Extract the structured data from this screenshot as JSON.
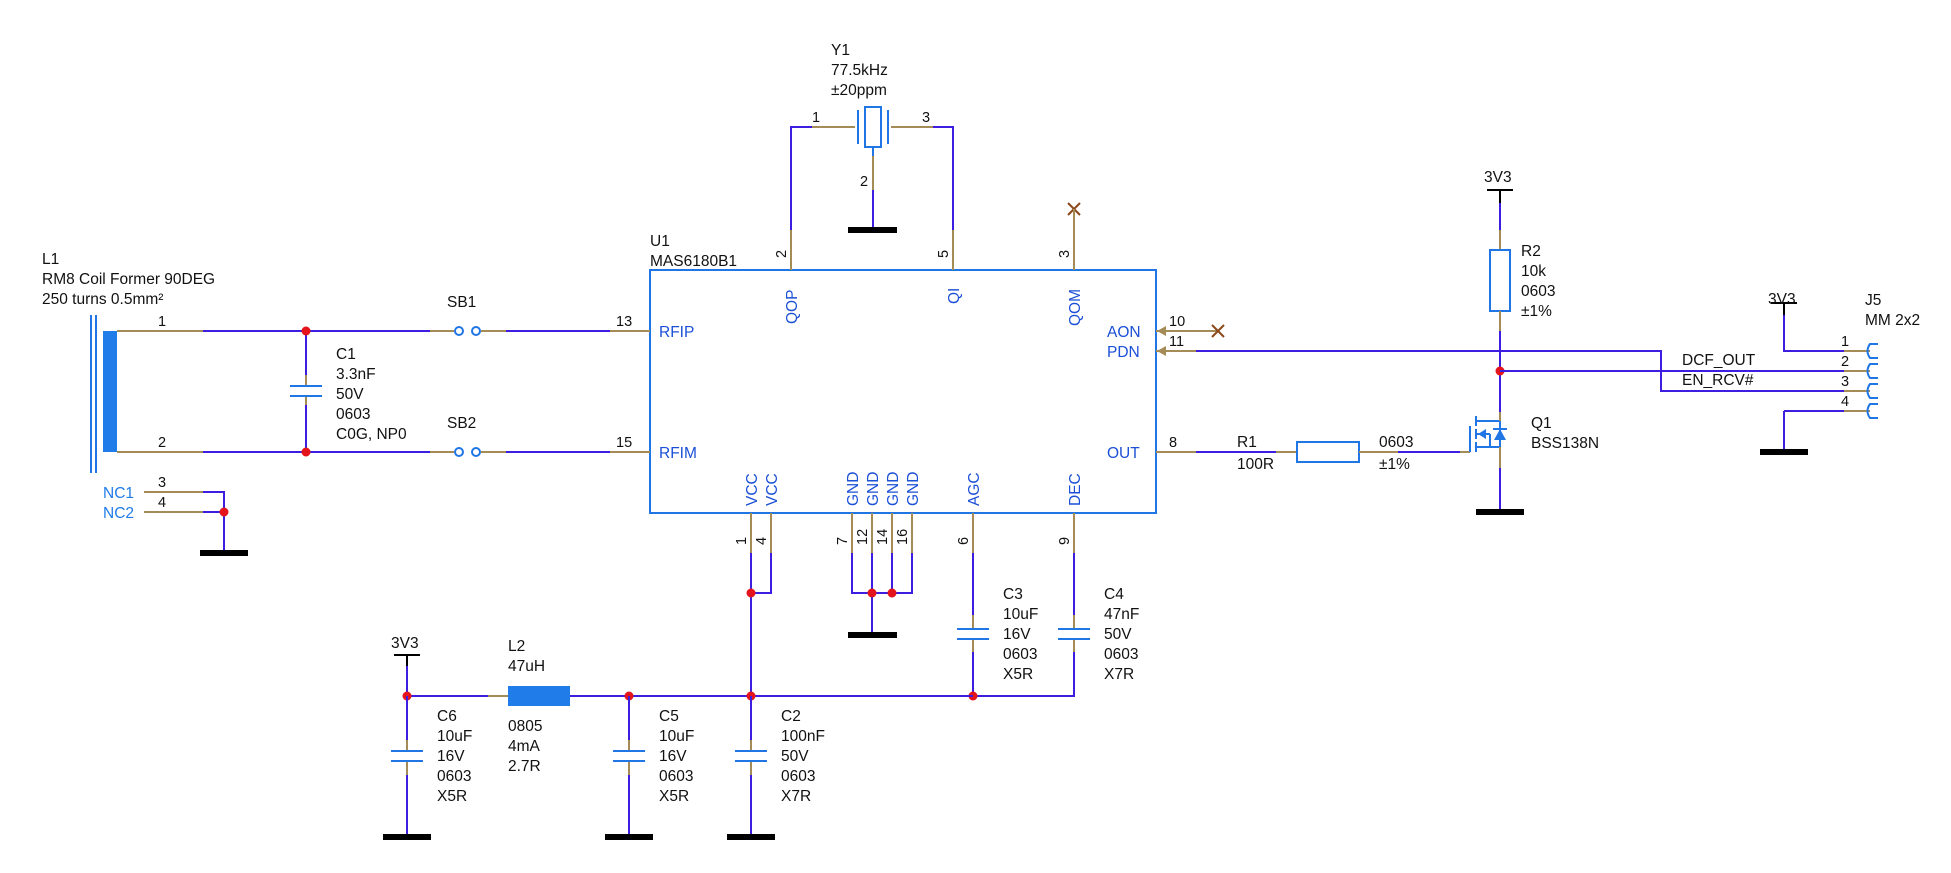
{
  "colors": {
    "wire": "#3d1ee0",
    "pin": "#a58b55",
    "symbol": "#2176e6",
    "junction": "#e3141b",
    "text": "#111111",
    "pin_name": "#1a4fd6",
    "ground": "#000000"
  },
  "l1": {
    "ref": "L1",
    "value": "RM8 Coil Former 90DEG",
    "spec": "250 turns 0.5mm²",
    "pins": [
      "1",
      "2",
      "3",
      "4"
    ],
    "nc1": "NC1",
    "nc2": "NC2"
  },
  "c1": {
    "ref": "C1",
    "value": "3.3nF",
    "v": "50V",
    "pkg": "0603",
    "diel": "C0G, NP0"
  },
  "sb1": {
    "ref": "SB1"
  },
  "sb2": {
    "ref": "SB2"
  },
  "y1": {
    "ref": "Y1",
    "value": "77.5kHz",
    "tol": "±20ppm",
    "pins": [
      "1",
      "3",
      "2"
    ]
  },
  "u1": {
    "ref": "U1",
    "value": "MAS6180B1",
    "left_pins": [
      {
        "num": "13",
        "name": "RFIP"
      },
      {
        "num": "15",
        "name": "RFIM"
      }
    ],
    "top_pins": [
      {
        "num": "2",
        "name": "QOP"
      },
      {
        "num": "5",
        "name": "QI"
      },
      {
        "num": "3",
        "name": "QOM"
      }
    ],
    "right_pins": [
      {
        "num": "10",
        "name": "AON"
      },
      {
        "num": "11",
        "name": "PDN"
      },
      {
        "num": "8",
        "name": "OUT"
      }
    ],
    "bottom_pins": [
      {
        "num": "1",
        "name": "VCC"
      },
      {
        "num": "4",
        "name": "VCC"
      },
      {
        "num": "7",
        "name": "GND"
      },
      {
        "num": "12",
        "name": "GND"
      },
      {
        "num": "14",
        "name": "GND"
      },
      {
        "num": "16",
        "name": "GND"
      },
      {
        "num": "6",
        "name": "AGC"
      },
      {
        "num": "9",
        "name": "DEC"
      }
    ]
  },
  "r1": {
    "ref": "R1",
    "value": "100R",
    "pkg": "0603",
    "tol": "±1%",
    "pin": "8"
  },
  "r2": {
    "ref": "R2",
    "value": "10k",
    "pkg": "0603",
    "tol": "±1%"
  },
  "q1": {
    "ref": "Q1",
    "value": "BSS138N"
  },
  "power": {
    "rail": "3V3"
  },
  "j5": {
    "ref": "J5",
    "value": "MM 2x2",
    "pins": [
      "1",
      "2",
      "3",
      "4"
    ]
  },
  "nets": {
    "dcf": "DCF_OUT",
    "en": "EN_RCV#"
  },
  "l2": {
    "ref": "L2",
    "value": "47uH",
    "pkg": "0805",
    "cur": "4mA",
    "res": "2.7R"
  },
  "c6": {
    "ref": "C6",
    "value": "10uF",
    "v": "16V",
    "pkg": "0603",
    "diel": "X5R"
  },
  "c5": {
    "ref": "C5",
    "value": "10uF",
    "v": "16V",
    "pkg": "0603",
    "diel": "X5R"
  },
  "c2": {
    "ref": "C2",
    "value": "100nF",
    "v": "50V",
    "pkg": "0603",
    "diel": "X7R"
  },
  "c3": {
    "ref": "C3",
    "value": "10uF",
    "v": "16V",
    "pkg": "0603",
    "diel": "X5R"
  },
  "c4": {
    "ref": "C4",
    "value": "47nF",
    "v": "50V",
    "pkg": "0603",
    "diel": "X7R"
  }
}
